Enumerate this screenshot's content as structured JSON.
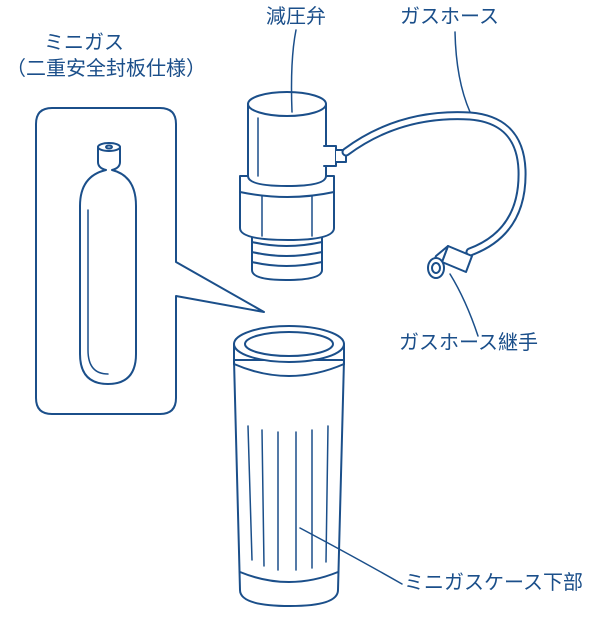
{
  "labels": {
    "mini_gas": "ミニガス",
    "mini_gas_spec": "（二重安全封板仕様）",
    "pressure_regulator": "減圧弁",
    "gas_hose": "ガスホース",
    "gas_hose_joint": "ガスホース継手",
    "mini_gas_case_lower": "ミニガスケース下部"
  },
  "colors": {
    "line": "#1b4f8a",
    "fill": "#ffffff",
    "text": "#1b4f8a"
  }
}
